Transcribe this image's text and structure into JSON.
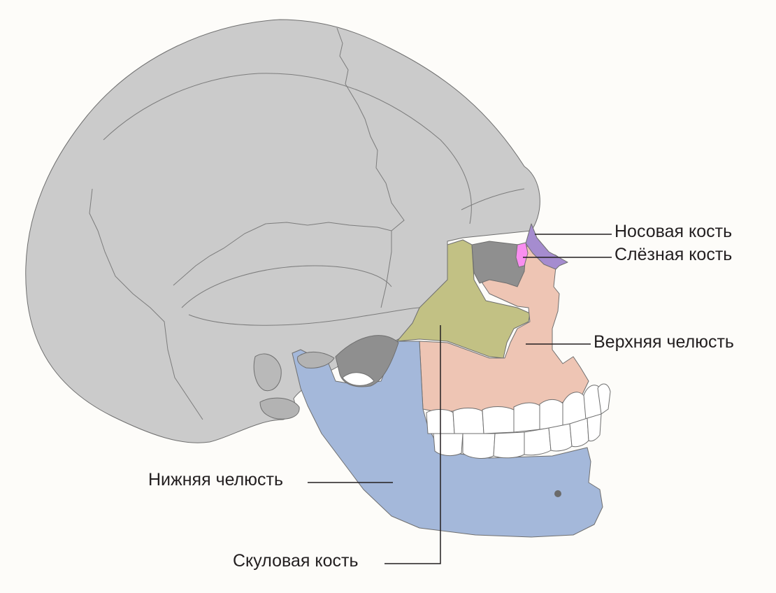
{
  "labels": {
    "nasal": "Носовая кость",
    "lacrimal": "Слёзная кость",
    "maxilla": "Верхняя челюсть",
    "mandible": "Нижняя челюсть",
    "zygomatic": "Скуловая кость"
  },
  "colors": {
    "background": "#fdfcf9",
    "cranium": "#cbcbcb",
    "cavity": "#8f8f8f",
    "nasal": "#a58ccf",
    "lacrimal": "#f98ef0",
    "maxilla": "#eec5b4",
    "mandible": "#a4b8da",
    "zygomatic": "#c2c184",
    "teeth": "#ffffff"
  }
}
